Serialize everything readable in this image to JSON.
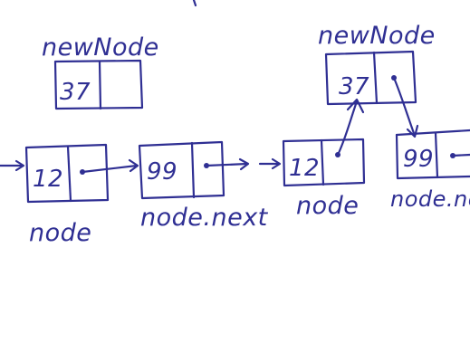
{
  "diagram": {
    "left": {
      "new_node_label": "newNode",
      "new_node_value": "37",
      "node_value": "12",
      "next_value": "99",
      "node_label": "node",
      "next_label": "node.next"
    },
    "right": {
      "new_node_label": "newNode",
      "new_node_value": "37",
      "node_value": "12",
      "next_value": "99",
      "node_label": "node",
      "next_label": "node.next"
    }
  },
  "colors": {
    "ink": "#2f2f93",
    "paper": "#ffffff"
  }
}
